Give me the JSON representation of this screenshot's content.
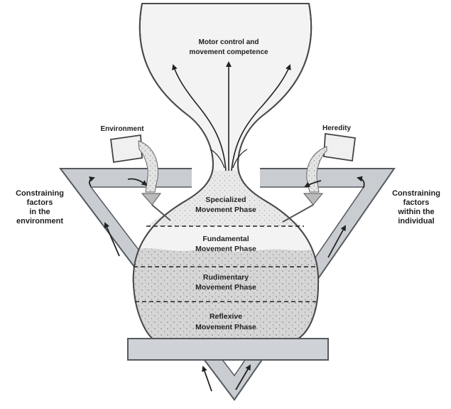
{
  "top_label_line1": "Motor control and",
  "top_label_line2": "movement competence",
  "environment_label": "Environment",
  "heredity_label": "Heredity",
  "left_side_label": "Constraining\nfactors\nin the\nenvironment",
  "right_side_label": "Constraining\nfactors\nwithin the\nindividual",
  "phases": [
    {
      "line1": "Specialized",
      "line2": "Movement Phase"
    },
    {
      "line1": "Fundamental",
      "line2": "Movement Phase"
    },
    {
      "line1": "Rudimentary",
      "line2": "Movement Phase"
    },
    {
      "line1": "Reflexive",
      "line2": "Movement Phase"
    }
  ],
  "colors": {
    "triangle_fill": "#c9cdd2",
    "triangle_stroke": "#555a60",
    "glass_stroke": "#4a4a4a",
    "glass_fill": "#f2f2f2",
    "sand_fill": "#dcdcdc",
    "base_fill": "#cfd3d7"
  }
}
